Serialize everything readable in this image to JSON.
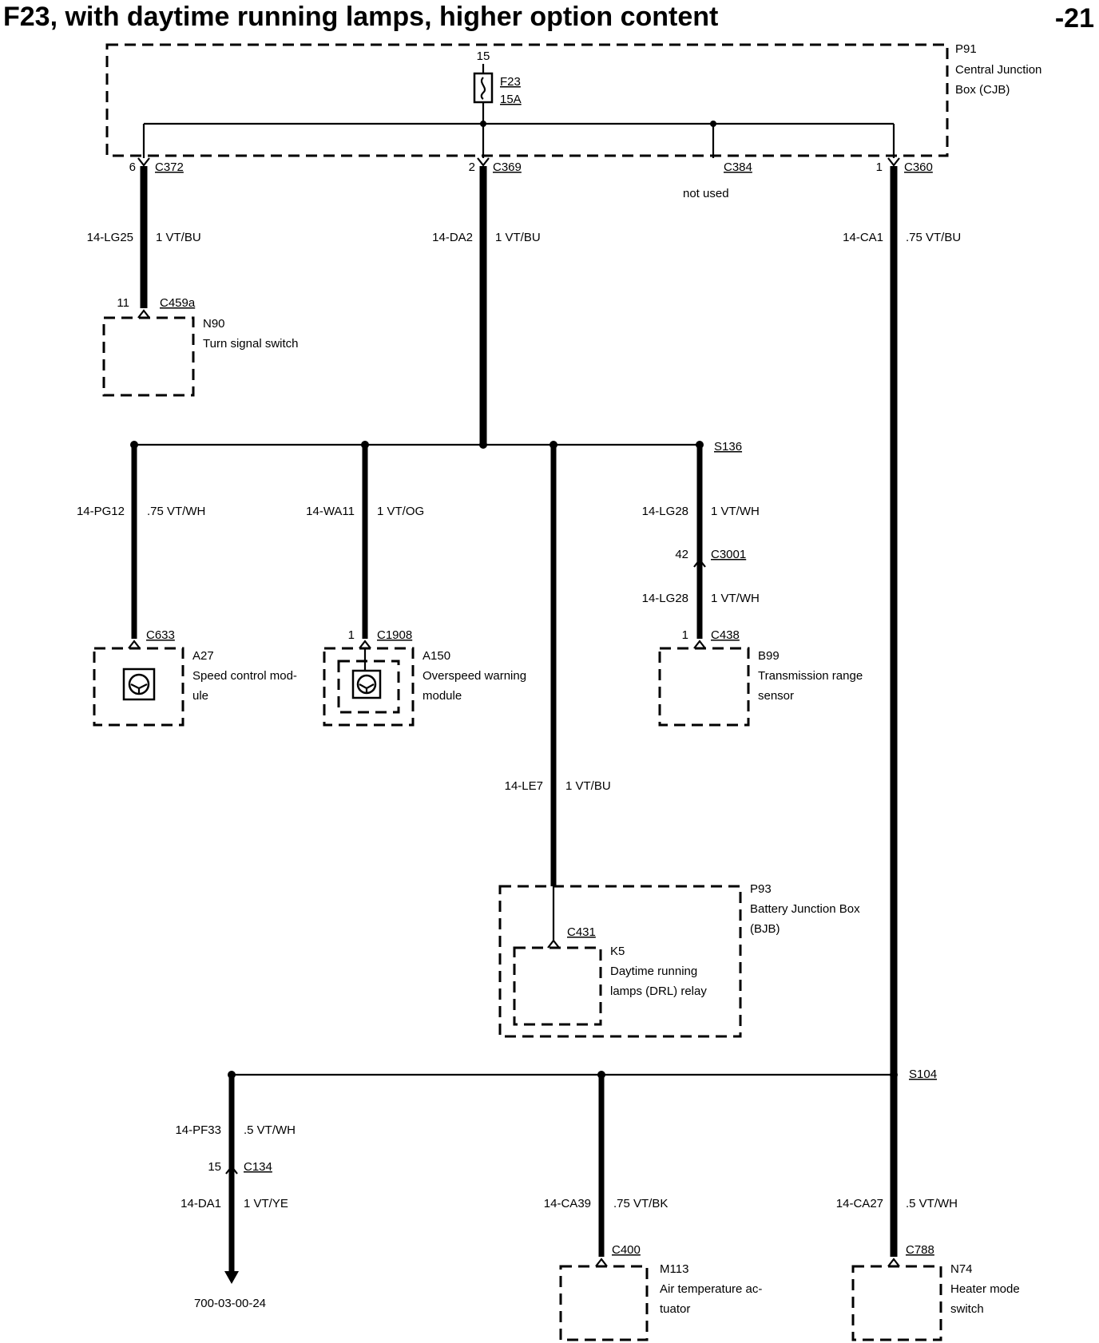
{
  "title": "F23, with daytime running lamps, higher option content",
  "page_number": "-21",
  "cjb": {
    "id": "P91",
    "name_line1": "Central Junction",
    "name_line2": "Box (CJB)",
    "fuse_pin": "15",
    "fuse_id": "F23",
    "fuse_rating": "15A"
  },
  "connectors": {
    "c372": {
      "id": "C372",
      "pin": "6"
    },
    "c369": {
      "id": "C369",
      "pin": "2"
    },
    "c384": {
      "id": "C384",
      "note": "not used"
    },
    "c360": {
      "id": "C360",
      "pin": "1"
    },
    "c459a": {
      "id": "C459a",
      "pin": "11"
    },
    "c633": {
      "id": "C633"
    },
    "c1908": {
      "id": "C1908",
      "pin": "1"
    },
    "c3001": {
      "id": "C3001",
      "pin": "42"
    },
    "c438": {
      "id": "C438",
      "pin": "1"
    },
    "c431": {
      "id": "C431"
    },
    "c134": {
      "id": "C134",
      "pin": "15"
    },
    "c400": {
      "id": "C400"
    },
    "c788": {
      "id": "C788"
    }
  },
  "splices": {
    "s136": "S136",
    "s104": "S104"
  },
  "wires": {
    "lg25": {
      "circuit": "14-LG25",
      "spec": "1 VT/BU"
    },
    "da2": {
      "circuit": "14-DA2",
      "spec": "1 VT/BU"
    },
    "ca1": {
      "circuit": "14-CA1",
      "spec": ".75 VT/BU"
    },
    "pg12": {
      "circuit": "14-PG12",
      "spec": ".75 VT/WH"
    },
    "wa11": {
      "circuit": "14-WA11",
      "spec": "1 VT/OG"
    },
    "lg28a": {
      "circuit": "14-LG28",
      "spec": "1 VT/WH"
    },
    "lg28b": {
      "circuit": "14-LG28",
      "spec": "1 VT/WH"
    },
    "le7": {
      "circuit": "14-LE7",
      "spec": "1 VT/BU"
    },
    "pf33": {
      "circuit": "14-PF33",
      "spec": ".5 VT/WH"
    },
    "da1": {
      "circuit": "14-DA1",
      "spec": "1 VT/YE"
    },
    "ca39": {
      "circuit": "14-CA39",
      "spec": ".75 VT/BK"
    },
    "ca27": {
      "circuit": "14-CA27",
      "spec": ".5 VT/WH"
    }
  },
  "components": {
    "n90": {
      "id": "N90",
      "line1": "Turn signal switch"
    },
    "a27": {
      "id": "A27",
      "line1": "Speed control mod-",
      "line2": "ule"
    },
    "a150": {
      "id": "A150",
      "line1": "Overspeed warning",
      "line2": "module"
    },
    "b99": {
      "id": "B99",
      "line1": "Transmission range",
      "line2": "sensor"
    },
    "p93": {
      "id": "P93",
      "line1": "Battery Junction Box",
      "line2": "(BJB)"
    },
    "k5": {
      "id": "K5",
      "line1": "Daytime running",
      "line2": "lamps (DRL) relay"
    },
    "m113": {
      "id": "M113",
      "line1": "Air temperature ac-",
      "line2": "tuator"
    },
    "n74": {
      "id": "N74",
      "line1": "Heater mode",
      "line2": "switch"
    }
  },
  "reference": "700-03-00-24"
}
